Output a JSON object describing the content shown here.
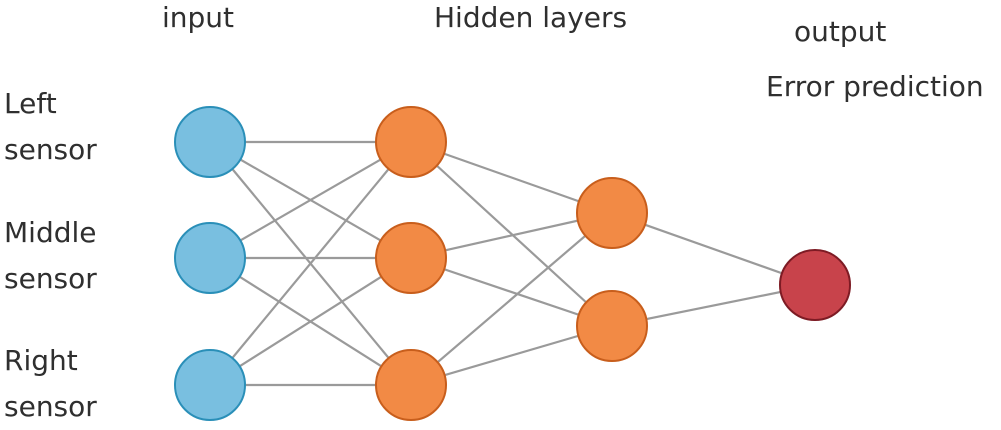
{
  "headings": {
    "input": "input",
    "hidden": "Hidden layers",
    "output": "output",
    "output_subtitle": "Error prediction"
  },
  "input_labels": [
    "Left\nsensor",
    "Middle\nsensor",
    "Right\nsensor"
  ],
  "layers": [
    {
      "role": "input",
      "count": 3,
      "fill": "#79bfe0",
      "stroke": "#2a8fb8"
    },
    {
      "role": "hidden-1",
      "count": 3,
      "fill": "#f28a45",
      "stroke": "#c85e1c"
    },
    {
      "role": "hidden-2",
      "count": 2,
      "fill": "#f28a45",
      "stroke": "#c85e1c"
    },
    {
      "role": "output",
      "count": 1,
      "fill": "#c8434b",
      "stroke": "#7d1b24"
    }
  ],
  "colors": {
    "edge": "#9a9a9a",
    "text": "#2f2f2f"
  }
}
